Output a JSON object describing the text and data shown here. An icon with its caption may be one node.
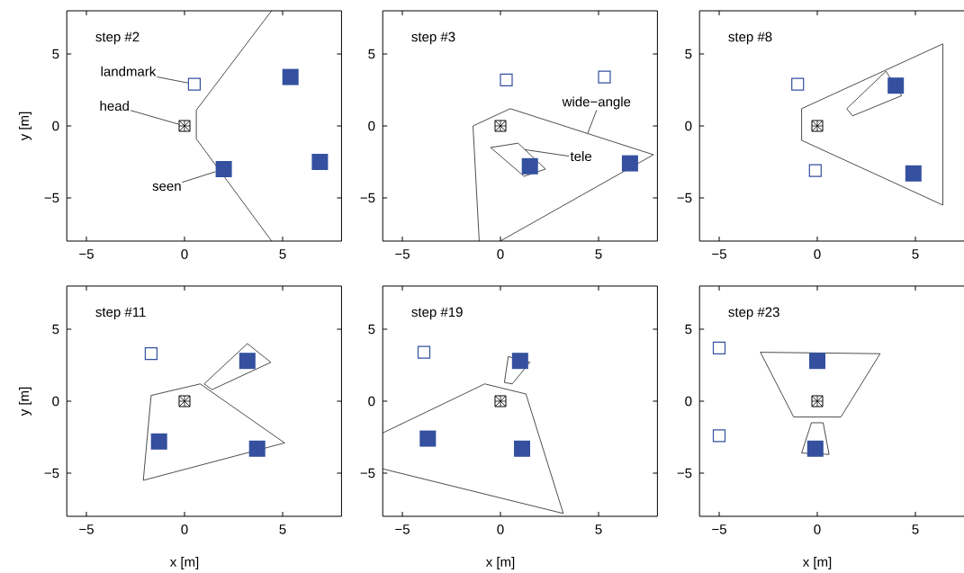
{
  "diagram": {
    "nodes": [
      {
        "text": [
          "landmark"
        ]
      },
      {
        "text": [],
        "shape": "box"
      },
      {
        "text": [
          "head"
        ]
      },
      {
        "text": [],
        "shape": "box"
      },
      {
        "text": [
          "seen"
        ]
      },
      {
        "text": [],
        "shape": "box"
      },
      {
        "text": [],
        "shape": "box"
      },
      {
        "text": [],
        "shape": "box"
      },
      {
        "text": [],
        "shape": "polygon"
      },
      {
        "text": [],
        "shape": "polygon",
        "in": 8
      },
      {
        "text": [
          "wide−angle"
        ]
      },
      {
        "text": [
          "tele"
        ],
        "in": 8
      },
      {
        "text": [],
        "shape": "box"
      },
      {
        "text": [],
        "shape": "box"
      },
      {
        "text": [],
        "shape": "box",
        "in": 8
      },
      {
        "text": [],
        "shape": "box",
        "in": 9
      },
      {
        "text": [],
        "shape": "box",
        "in": 8
      },
      {
        "text": [],
        "shape": "polygon"
      },
      {
        "text": [],
        "shape": "polygon",
        "in": 17
      },
      {
        "text": [],
        "shape": "box"
      },
      {
        "text": [],
        "shape": "box",
        "in": 17
      },
      {
        "text": [],
        "shape": "box"
      },
      {
        "text": [],
        "shape": "box",
        "in": 18
      },
      {
        "text": [],
        "shape": "box",
        "in": 17
      },
      {
        "text": [],
        "shape": "polygon"
      },
      {
        "text": [],
        "shape": "polygon"
      },
      {
        "text": [],
        "shape": "box"
      },
      {
        "text": [],
        "shape": "box",
        "in": 25
      },
      {
        "text": [],
        "shape": "box",
        "in": 24
      },
      {
        "text": [],
        "shape": "box",
        "in": 24
      },
      {
        "text": [],
        "shape": "box",
        "in": 24
      },
      {
        "text": [],
        "shape": "polygon"
      },
      {
        "text": [],
        "shape": "polygon"
      },
      {
        "text": [],
        "shape": "box"
      },
      {
        "text": [],
        "shape": "box",
        "in": 32
      },
      {
        "text": [],
        "shape": "box",
        "in": 31
      },
      {
        "text": [],
        "shape": "box",
        "in": 31
      },
      {
        "text": [],
        "shape": "box",
        "in": 31
      },
      {
        "text": [],
        "shape": "polygon"
      },
      {
        "text": [],
        "shape": "polygon"
      },
      {
        "text": [],
        "shape": "box"
      },
      {
        "text": [],
        "shape": "box",
        "in": 38
      },
      {
        "text": [],
        "shape": "box",
        "in": 38
      },
      {
        "text": [],
        "shape": "box"
      },
      {
        "text": [],
        "shape": "box",
        "in": 39
      }
    ],
    "edges": [
      {
        "from": 0,
        "to": 1,
        "arrow": "none"
      },
      {
        "from": 2,
        "to": 3,
        "arrow": "none"
      },
      {
        "from": 4,
        "to": 5,
        "arrow": "none"
      },
      {
        "from": 10,
        "to": 8,
        "arrow": "none"
      },
      {
        "from": 11,
        "to": 9,
        "arrow": "none"
      }
    ],
    "labels": [
      "step #2",
      "5",
      "0",
      "−5",
      "−5",
      "0",
      "5",
      "step #3",
      "5",
      "0",
      "−5",
      "−5",
      "0",
      "5",
      "step #8",
      "5",
      "0",
      "−5",
      "−5",
      "0",
      "5",
      "step #11",
      "5",
      "0",
      "−5",
      "−5",
      "0",
      "5",
      "step #19",
      "5",
      "0",
      "−5",
      "−5",
      "0",
      "5",
      "step #23",
      "5",
      "0",
      "−5",
      "−5",
      "0",
      "5",
      "y [m]",
      "y [m]",
      "x [m]",
      "x [m]",
      "x [m]"
    ]
  }
}
